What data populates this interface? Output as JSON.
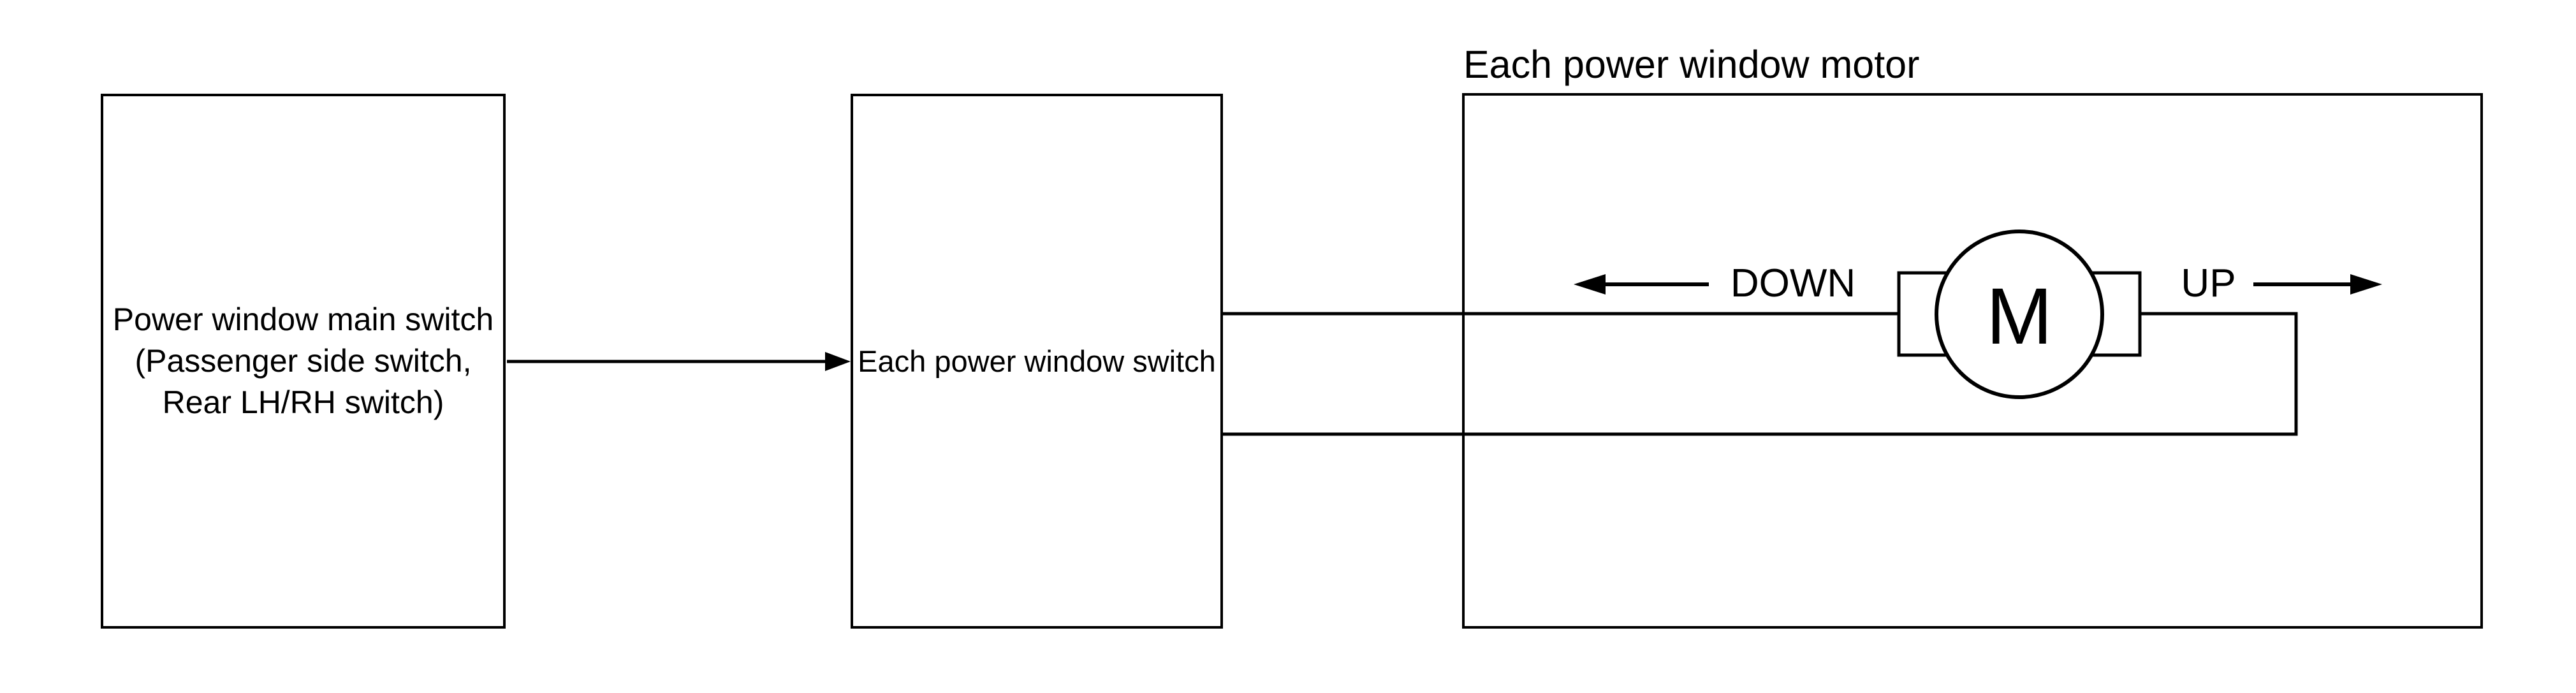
{
  "figure": {
    "background_color": "#ffffff",
    "line_color": "#000000",
    "motor_region_label": "Each power window motor",
    "main_switch_box": {
      "lines": [
        "Power window main switch",
        "(Passenger side switch,",
        "Rear LH/RH switch)"
      ]
    },
    "each_switch_box": {
      "label": "Each power window switch"
    },
    "motor": {
      "letter": "M"
    },
    "directions": {
      "down": "DOWN",
      "up": "UP"
    }
  }
}
